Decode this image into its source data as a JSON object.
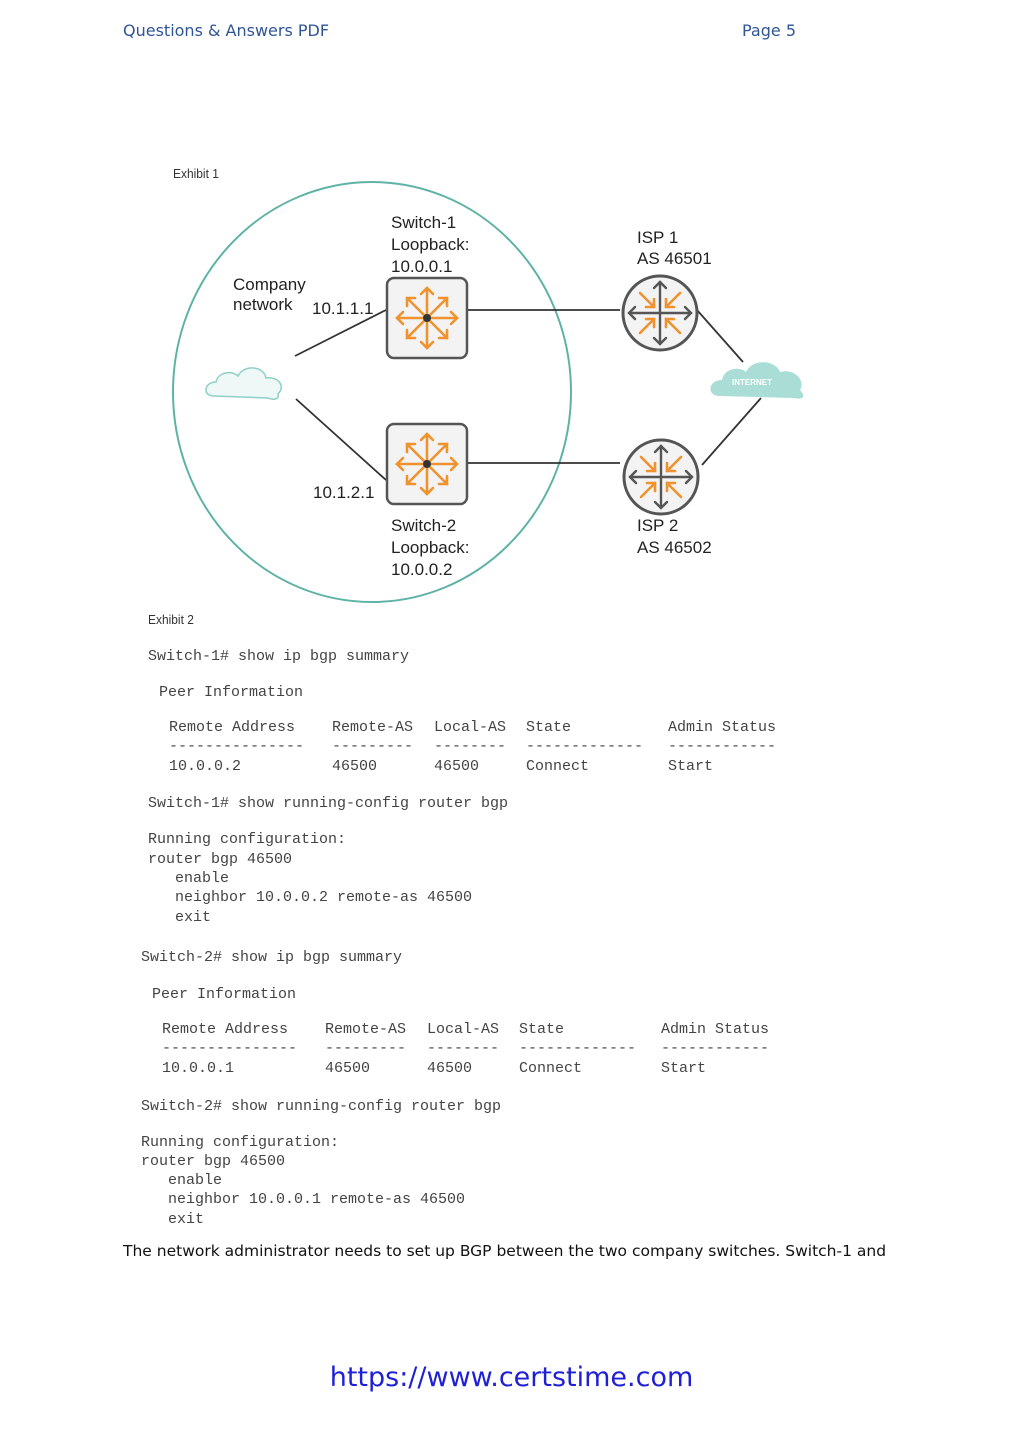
{
  "header": {
    "left": "Questions & Answers PDF",
    "right": "Page 5"
  },
  "exhibit1": {
    "label": "Exhibit 1",
    "company_line1": "Company",
    "company_line2": "network",
    "switch1": {
      "name": "Switch-1",
      "loopback": "Loopback:",
      "ip": "10.0.0.1",
      "link_ip": "10.1.1.1"
    },
    "switch2": {
      "name": "Switch-2",
      "loopback": "Loopback:",
      "ip": "10.0.0.2",
      "link_ip": "10.1.2.1"
    },
    "isp1": {
      "name": "ISP 1",
      "as": "AS 46501"
    },
    "isp2": {
      "name": "ISP 2",
      "as": "AS 46502"
    },
    "internet": "INTERNET",
    "colors": {
      "circle": "#5fb3a6",
      "arrow": "#f0922e",
      "cloud_company": "#e6f4f1",
      "cloud_internet": "#a9ddd5"
    }
  },
  "exhibit2": {
    "label": "Exhibit 2",
    "sw1": {
      "cmd_summary": "Switch-1# show ip bgp summary",
      "peer_info": "Peer Information",
      "headers": [
        "Remote Address",
        "Remote-AS",
        "Local-AS",
        "State",
        "Admin Status"
      ],
      "dashes": [
        "---------------",
        "---------",
        "--------",
        "-------------",
        "------------"
      ],
      "row": [
        "10.0.0.2",
        "46500",
        "46500",
        "Connect",
        "Start"
      ],
      "cmd_config": "Switch-1# show running-config router bgp",
      "config": [
        "Running configuration:",
        "router bgp 46500",
        "   enable",
        "   neighbor 10.0.0.2 remote-as 46500",
        "   exit"
      ]
    },
    "sw2": {
      "cmd_summary": "Switch-2# show ip bgp summary",
      "peer_info": "Peer Information",
      "headers": [
        "Remote Address",
        "Remote-AS",
        "Local-AS",
        "State",
        "Admin Status"
      ],
      "dashes": [
        "---------------",
        "---------",
        "--------",
        "-------------",
        "------------"
      ],
      "row": [
        "10.0.0.1",
        "46500",
        "46500",
        "Connect",
        "Start"
      ],
      "cmd_config": "Switch-2# show running-config router bgp",
      "config": [
        "Running configuration:",
        "router bgp 46500",
        "   enable",
        "   neighbor 10.0.0.1 remote-as 46500",
        "   exit"
      ]
    }
  },
  "body_text": "The network administrator needs to set up BGP between the two company switches. Switch-1 and",
  "footer_link": "https://www.certstime.com"
}
